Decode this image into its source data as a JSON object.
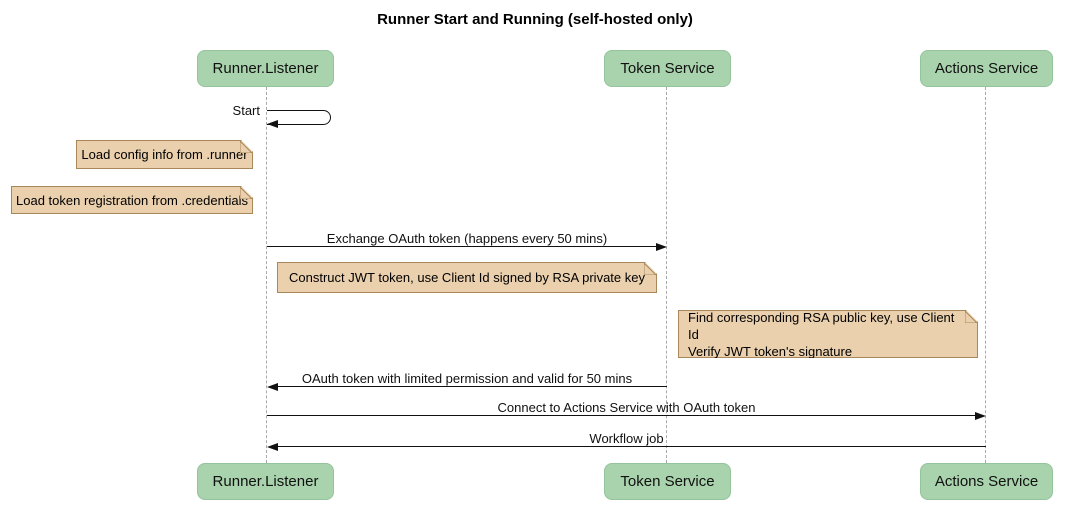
{
  "title": "Runner Start and Running (self-hosted only)",
  "participants": [
    {
      "id": "runner-listener",
      "label": "Runner.Listener"
    },
    {
      "id": "token-service",
      "label": "Token Service"
    },
    {
      "id": "actions-service",
      "label": "Actions Service"
    }
  ],
  "messages": {
    "self_start": {
      "label": "Start",
      "from": "Runner.Listener",
      "to": "Runner.Listener"
    },
    "exchange": {
      "label": "Exchange OAuth token (happens every 50 mins)",
      "from": "Runner.Listener",
      "to": "Token Service"
    },
    "oauth_return": {
      "label": "OAuth token with limited permission and valid for 50 mins",
      "from": "Token Service",
      "to": "Runner.Listener"
    },
    "connect": {
      "label": "Connect to Actions Service with OAuth token",
      "from": "Runner.Listener",
      "to": "Actions Service"
    },
    "workflow": {
      "label": "Workflow job",
      "from": "Actions Service",
      "to": "Runner.Listener"
    }
  },
  "notes": [
    {
      "text": "Load config info from .runner"
    },
    {
      "text": "Load token registration from .credentials"
    },
    {
      "text": "Construct JWT token, use Client Id signed by RSA private key"
    },
    {
      "text": "Find corresponding RSA public key, use Client Id\nVerify JWT token's signature"
    }
  ],
  "colors": {
    "participant_fill": "#A9D3AC",
    "participant_border": "#94C39C",
    "note_fill": "#EBD0AE",
    "note_border": "#A8875A",
    "lifeline": "#A9A9A9",
    "arrow": "#111111"
  }
}
